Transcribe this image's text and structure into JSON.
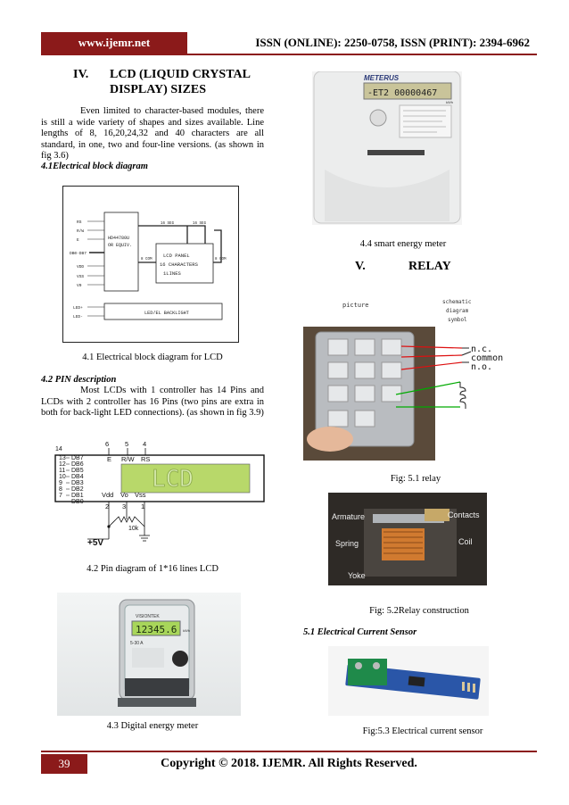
{
  "header": {
    "site": "www.ijemr.net",
    "issn": "ISSN (ONLINE): 2250-0758, ISSN (PRINT): 2394-6962"
  },
  "footer": {
    "page": "39",
    "copyright": "Copyright © 2018. IJEMR. All Rights Reserved."
  },
  "left": {
    "sec4_num": "IV.",
    "sec4_title_1": "LCD (LIQUID CRYSTAL",
    "sec4_title_2": "DISPLAY) SIZES",
    "para1": "Even limited to character-based modules, there is still a wide variety of shapes and sizes available. Line lengths of 8, 16,20,24,32 and 40 characters are all standard, in one, two and four-line versions. (as shown in fig 3.6)",
    "sub41": "4.1Electrical block diagram",
    "cap41": "4.1 Electrical block diagram for LCD",
    "sub42": "4.2 PIN description",
    "para2": "Most LCDs with 1 controller has 14 Pins and LCDs with 2 controller has 16 Pins (two pins are extra in both for back-light LED connections). (as shown in fig 3.9)",
    "cap42": "4.2 Pin diagram of 1*16 lines LCD",
    "cap43": "4.3 Digital energy meter"
  },
  "right": {
    "cap44": "4.4 smart energy meter",
    "sec5_num": "V.",
    "sec5_title": "RELAY",
    "cap51": "Fig: 5.1 relay",
    "cap52": "Fig: 5.2Relay construction",
    "sub51": "5.1 Electrical Current Sensor",
    "cap53": "Fig:5.3 Electrical current sensor"
  },
  "block_diagram": {
    "pins": [
      "RS",
      "R/W",
      "E",
      "DB0-DB7",
      "VDD",
      "VSS",
      "V0",
      "LED+",
      "LED-"
    ],
    "controller_1": "HD44780U",
    "controller_2": "OR EQUIV.",
    "panel_1": "LCD PANEL",
    "panel_2": "16 CHARACTERS",
    "panel_3": "1LINES",
    "seg1": "16 SEG",
    "seg2": "16 SEG",
    "com1": "8 COM",
    "com2": "8 COM",
    "backlight": "LED/EL BACKLIGHT"
  },
  "pin_diagram": {
    "left_pins": [
      "14",
      "13",
      "12",
      "11",
      "10",
      "9",
      "8",
      "7"
    ],
    "left_labels": [
      "DB7",
      "DB6",
      "DB5",
      "DB4",
      "DB3",
      "DB2",
      "DB1",
      "DB0"
    ],
    "top_nums": [
      "6",
      "5",
      "4"
    ],
    "top_labels": [
      "E",
      "R/W",
      "RS"
    ],
    "screen": "LCD",
    "bottom_labels": [
      "Vdd",
      "Vo",
      "Vss"
    ],
    "bottom_nums": [
      "2",
      "3",
      "1"
    ],
    "pot": "10k",
    "supply": "+5V"
  },
  "meter_digital": {
    "brand": "VISIONTEK",
    "reading": "12345.6",
    "unit": "kWh",
    "amps": "5-30 A"
  },
  "meter_smart": {
    "brand": "METERUS",
    "reading": "-ET2 00000467",
    "unit": "kWh"
  },
  "relay_fig": {
    "picture": "picture",
    "schem_1": "schematic",
    "schem_2": "diagram",
    "schem_3": "symbol",
    "nc": "n.c.",
    "common": "common",
    "no": "n.o."
  },
  "relay_constr": {
    "armature": "Armature",
    "contacts": "Contacts",
    "spring": "Spring",
    "coil": "Coil",
    "yoke": "Yoke"
  },
  "colors": {
    "accent": "#8b1a1a",
    "lcd_green": "#b8d86a",
    "board_green": "#1f8a4a"
  }
}
